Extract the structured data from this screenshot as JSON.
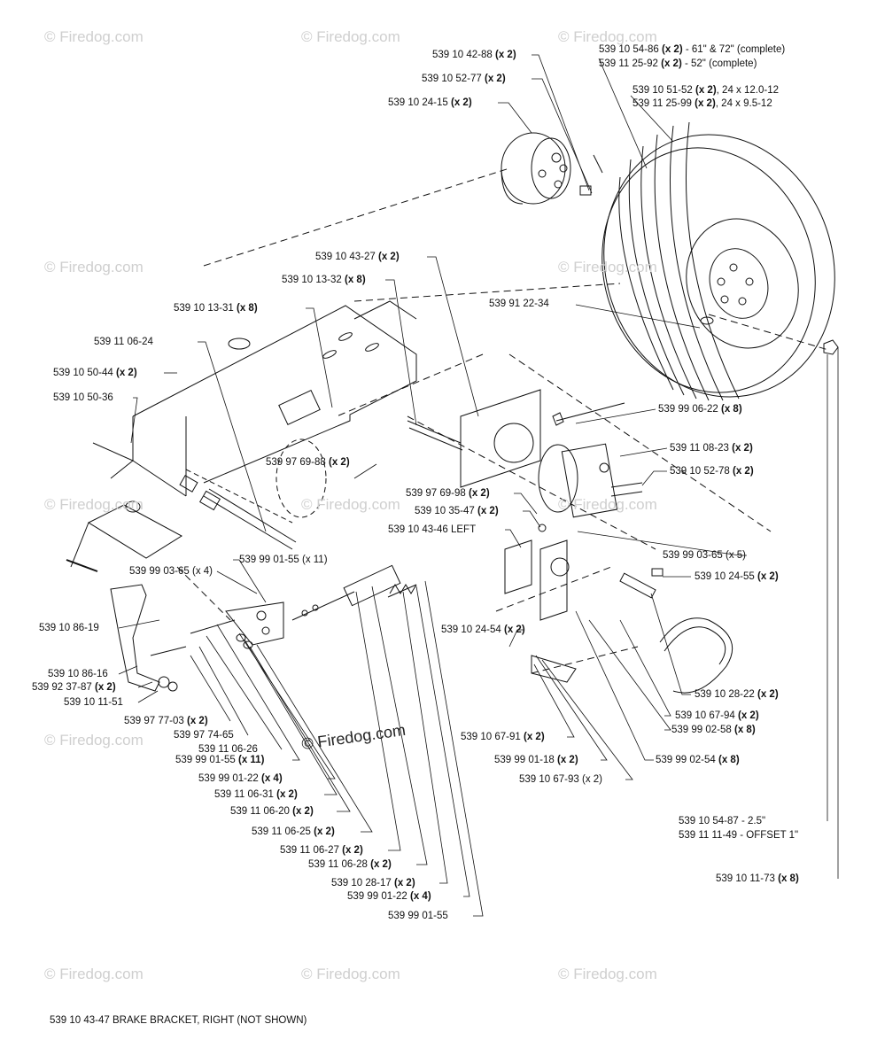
{
  "watermark": "© Firedog.com",
  "labels": [
    {
      "part": "539 10 42-88",
      "qty": "(x 2)"
    },
    {
      "part": "539 10 52-77",
      "qty": "(x 2)"
    },
    {
      "part": "539 10 24-15",
      "qty": "(x 2)"
    },
    {
      "part": "539 10 54-86",
      "qty": "(x 2)",
      "suffix": " - 61\" & 72\" (complete)"
    },
    {
      "part": "539 11 25-92",
      "qty": "(x 2)",
      "suffix": " - 52\" (complete)"
    },
    {
      "part": "539 10 51-52",
      "qty": "(x 2)",
      "suffix": ", 24 x 12.0-12"
    },
    {
      "part": "539 11 25-99",
      "qty": "(x 2)",
      "suffix": ", 24 x 9.5-12"
    },
    {
      "part": "539 10 43-27",
      "qty": "(x 2)"
    },
    {
      "part": "539 10 13-32",
      "qty": "(x 8)"
    },
    {
      "part": "539 10 13-31",
      "qty": "(x 8)"
    },
    {
      "part": "539 91 22-34"
    },
    {
      "part": "539 11 06-24"
    },
    {
      "part": "539 10 50-44",
      "qty": "(x 2)"
    },
    {
      "part": "539 10 50-36"
    },
    {
      "part": "539 99 06-22",
      "qty": "(x 8)"
    },
    {
      "part": "539 11 08-23",
      "qty": "(x 2)"
    },
    {
      "part": "539 97 69-88",
      "qty": "(x 2)"
    },
    {
      "part": "539 10 52-78",
      "qty": "(x 2)"
    },
    {
      "part": "539 97 69-98",
      "qty": "(x 2)"
    },
    {
      "part": "539 10 35-47",
      "qty": "(x 2)"
    },
    {
      "part": "539 10 43-46 LEFT"
    },
    {
      "part": "539 99 03-65",
      "suffix": " (x 5)"
    },
    {
      "part": "539 99 01-55",
      "suffix": " (x 11)"
    },
    {
      "part": "539 99 03-65",
      "suffix": " (x 4)"
    },
    {
      "part": "539 10 24-55",
      "qty": "(x 2)"
    },
    {
      "part": "539 10 86-19"
    },
    {
      "part": "539 10 24-54",
      "qty": "(x 2)"
    },
    {
      "part": "539 10 86-16"
    },
    {
      "part": "539 92 37-87",
      "qty": "(x 2)"
    },
    {
      "part": "539 10 11-51"
    },
    {
      "part": "539 10 28-22",
      "qty": "(x 2)"
    },
    {
      "part": "539 10 67-94",
      "qty": "(x 2)"
    },
    {
      "part": "539 97 77-03",
      "qty": "(x 2)"
    },
    {
      "part": "539 99 02-58",
      "qty": "(x 8)"
    },
    {
      "part": "539 97 74-65"
    },
    {
      "part": "539 11 06-26"
    },
    {
      "part": "539 10 67-91",
      "qty": "(x 2)"
    },
    {
      "part": "539 99 01-55",
      "qty": "(x 11)"
    },
    {
      "part": "539 99 01-18",
      "qty": "(x 2)"
    },
    {
      "part": "539 99 02-54",
      "qty": "(x 8)"
    },
    {
      "part": "539 99 01-22",
      "qty": "(x 4)"
    },
    {
      "part": "539 10 67-93",
      "suffix": " (x 2)"
    },
    {
      "part": "539 11 06-31",
      "qty": "(x 2)"
    },
    {
      "part": "539 11 06-20",
      "qty": "(x 2)"
    },
    {
      "part": "539 11 06-25",
      "qty": "(x 2)"
    },
    {
      "part": "539 10 54-87 - 2.5\""
    },
    {
      "part": "539 11 11-49 - OFFSET 1\""
    },
    {
      "part": "539 11 06-27",
      "qty": "(x 2)"
    },
    {
      "part": "539 11 06-28",
      "qty": "(x 2)"
    },
    {
      "part": "539 10 11-73",
      "qty": "(x 8)"
    },
    {
      "part": "539 10 28-17",
      "qty": "(x 2)"
    },
    {
      "part": "539 99 01-22",
      "qty": "(x 4)"
    },
    {
      "part": "539 99 01-55"
    }
  ],
  "footnote": "539 10 43-47 BRAKE BRACKET, RIGHT (NOT SHOWN)"
}
